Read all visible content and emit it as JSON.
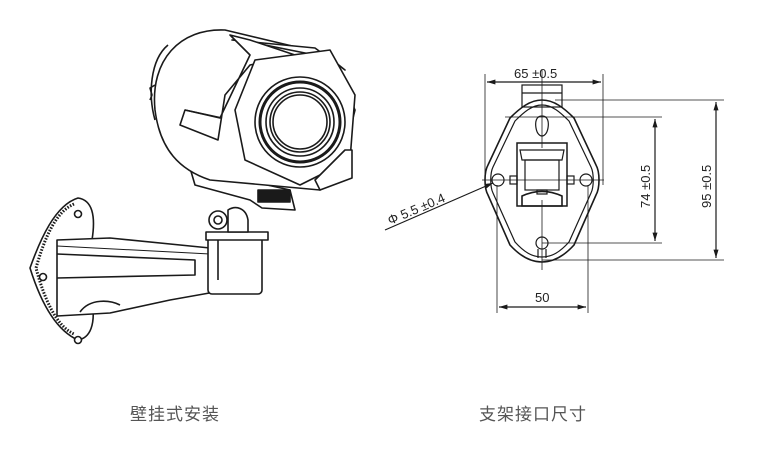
{
  "figures": [
    {
      "id": "wall-mount",
      "caption": "壁挂式安装",
      "depicts": "bullet camera on wall-mount bracket"
    },
    {
      "id": "bracket-interface",
      "caption": "支架接口尺寸",
      "dimensions": {
        "top_width": "65 ±0.5",
        "bottom_width": "50",
        "inner_height": "74 ±0.5",
        "outer_height": "95 ±0.5",
        "hole_diameter": "Φ 5.5 ±0.4"
      }
    }
  ],
  "colors": {
    "line": "#1a1a1a",
    "caption": "#555555",
    "background": "#ffffff"
  }
}
